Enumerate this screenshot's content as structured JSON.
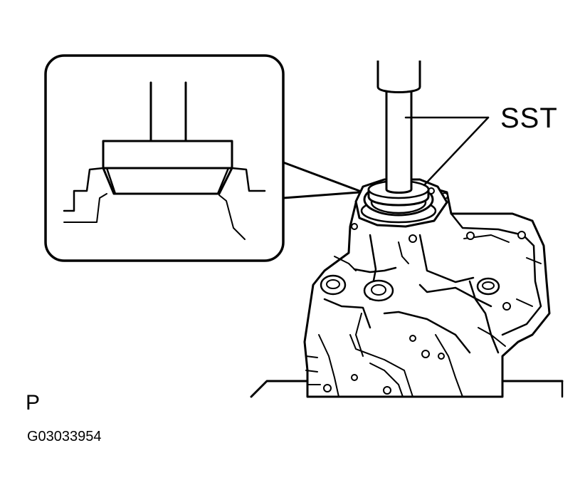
{
  "labels": {
    "tool": "SST",
    "view": "P",
    "figure_code": "G03033954"
  },
  "colors": {
    "ink": "#000000",
    "paper": "#ffffff"
  }
}
